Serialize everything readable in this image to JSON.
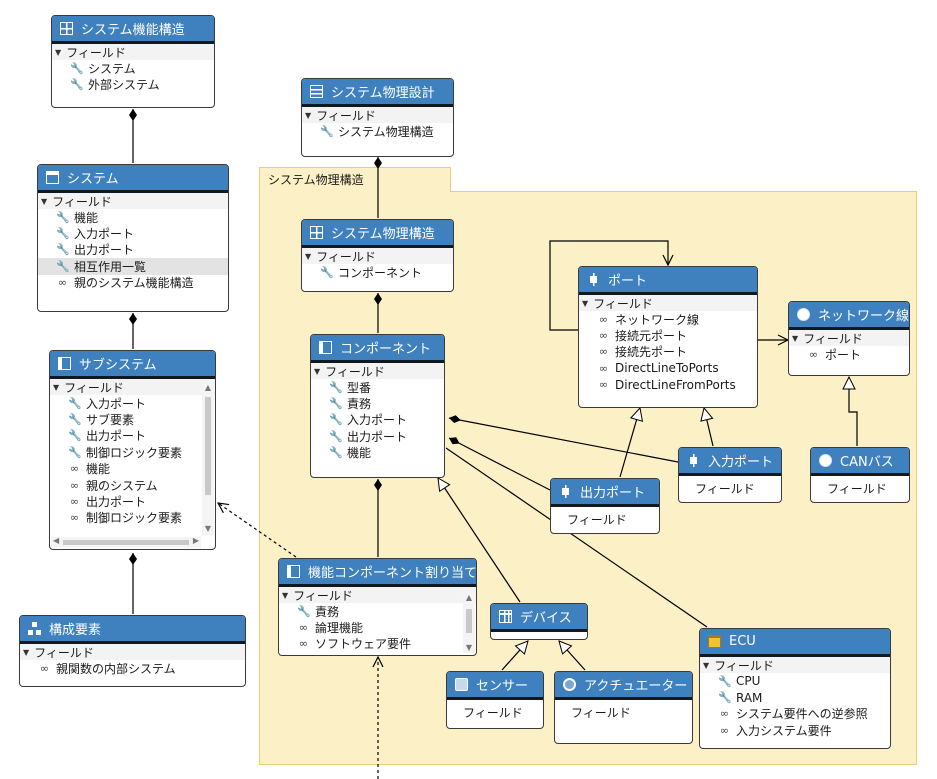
{
  "package": {
    "label": "システム物理構造"
  },
  "colors": {
    "header": "#3f81bf",
    "package_fill": "#fcf1c6",
    "package_border": "#e6cf7a"
  },
  "classes": {
    "sysfunc": {
      "title": "システム機能構造",
      "icon": "grid-icon",
      "section": "フィールド",
      "items": [
        {
          "icon": "wrench-icon",
          "label": "システム"
        },
        {
          "icon": "wrench-icon",
          "label": "外部システム"
        }
      ]
    },
    "system": {
      "title": "システム",
      "icon": "window-icon",
      "section": "フィールド",
      "items": [
        {
          "icon": "wrench-icon",
          "label": "機能"
        },
        {
          "icon": "wrench-icon",
          "label": "入力ポート"
        },
        {
          "icon": "wrench-icon",
          "label": "出力ポート"
        },
        {
          "icon": "wrench-icon",
          "label": "相互作用一覧",
          "highlight": true
        },
        {
          "icon": "link-icon",
          "label": "親のシステム機能構造"
        }
      ]
    },
    "subsystem": {
      "title": "サブシステム",
      "icon": "component-icon",
      "section": "フィールド",
      "items": [
        {
          "icon": "wrench-icon",
          "label": "入力ポート"
        },
        {
          "icon": "wrench-icon",
          "label": "サブ要素"
        },
        {
          "icon": "wrench-icon",
          "label": "出力ポート"
        },
        {
          "icon": "wrench-icon",
          "label": "制御ロジック要素"
        },
        {
          "icon": "link-icon",
          "label": "機能"
        },
        {
          "icon": "link-icon",
          "label": "親のシステム"
        },
        {
          "icon": "link-icon",
          "label": "出力ポート"
        },
        {
          "icon": "link-icon",
          "label": "制御ロジック要素"
        }
      ]
    },
    "kousei": {
      "title": "構成要素",
      "icon": "hierarchy-icon",
      "section": "フィールド",
      "items": [
        {
          "icon": "link-icon",
          "label": "親関数の内部システム"
        }
      ]
    },
    "sysphysdesign": {
      "title": "システム物理設計",
      "icon": "list-icon",
      "section": "フィールド",
      "items": [
        {
          "icon": "wrench-icon",
          "label": "システム物理構造"
        }
      ]
    },
    "sysphysstruct": {
      "title": "システム物理構造",
      "icon": "grid-icon",
      "section": "フィールド",
      "items": [
        {
          "icon": "wrench-icon",
          "label": "コンポーネント"
        }
      ]
    },
    "component": {
      "title": "コンポーネント",
      "icon": "component-icon",
      "section": "フィールド",
      "items": [
        {
          "icon": "wrench-icon",
          "label": "型番"
        },
        {
          "icon": "wrench-icon",
          "label": "責務"
        },
        {
          "icon": "wrench-icon",
          "label": "入力ポート"
        },
        {
          "icon": "wrench-icon",
          "label": "出力ポート"
        },
        {
          "icon": "wrench-icon",
          "label": "機能"
        }
      ]
    },
    "funcalloc": {
      "title": "機能コンポーネント割り当て",
      "icon": "component-icon",
      "section": "フィールド",
      "items": [
        {
          "icon": "wrench-icon",
          "label": "責務"
        },
        {
          "icon": "link-icon",
          "label": "論理機能"
        },
        {
          "icon": "link-icon",
          "label": "ソフトウェア要件"
        }
      ]
    },
    "port": {
      "title": "ポート",
      "icon": "port-icon",
      "section": "フィールド",
      "items": [
        {
          "icon": "link-icon",
          "label": "ネットワーク線"
        },
        {
          "icon": "link-icon",
          "label": "接続元ポート"
        },
        {
          "icon": "link-icon",
          "label": "接続先ポート"
        },
        {
          "icon": "link-icon",
          "label": "DirectLineToPorts"
        },
        {
          "icon": "link-icon",
          "label": "DirectLineFromPorts"
        }
      ]
    },
    "network": {
      "title": "ネットワーク線",
      "icon": "circle-icon",
      "section": "フィールド",
      "items": [
        {
          "icon": "link-icon",
          "label": "ポート"
        }
      ]
    },
    "inport": {
      "title": "入力ポート",
      "icon": "port-icon",
      "plain": "フィールド"
    },
    "outport": {
      "title": "出力ポート",
      "icon": "port-icon",
      "plain": "フィールド"
    },
    "canbus": {
      "title": "CANバス",
      "icon": "circle-icon",
      "plain": "フィールド"
    },
    "device": {
      "title": "デバイス",
      "icon": "device-icon"
    },
    "sensor": {
      "title": "センサー",
      "icon": "square-icon",
      "plain": "フィールド"
    },
    "actuator": {
      "title": "アクチュエーター",
      "icon": "gear-icon",
      "plain": "フィールド"
    },
    "ecu": {
      "title": "ECU",
      "icon": "box-icon",
      "section": "フィールド",
      "items": [
        {
          "icon": "wrench-icon",
          "label": "CPU"
        },
        {
          "icon": "wrench-icon",
          "label": "RAM"
        },
        {
          "icon": "link-icon",
          "label": "システム要件への逆参照"
        },
        {
          "icon": "link-icon",
          "label": "入力システム要件"
        }
      ]
    }
  }
}
